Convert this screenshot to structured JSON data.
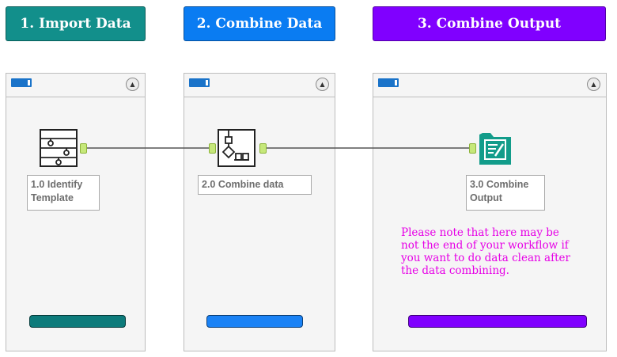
{
  "stages": [
    {
      "title": "1. Import Data",
      "color": "#128f8b"
    },
    {
      "title": "2. Combine Data",
      "color": "#0a7cf2"
    },
    {
      "title": "3. Combine Output",
      "color": "#8000ff"
    }
  ],
  "containers": [
    {
      "footer_color": "#0d7b7b"
    },
    {
      "footer_color": "#1a82f5"
    },
    {
      "footer_color": "#8000ff"
    }
  ],
  "tools": [
    {
      "label_lines": [
        "1.0 Identify",
        "Template"
      ],
      "icon": "filter-template-icon"
    },
    {
      "label_lines": [
        "2.0 Combine data"
      ],
      "icon": "combine-data-icon"
    },
    {
      "label_lines": [
        "3.0 Combine",
        "Output"
      ],
      "icon": "output-form-icon"
    }
  ],
  "note": {
    "lines": [
      "Please note that here may be",
      "not the end of your workflow if",
      "you want to do data clean after",
      "the data combining."
    ],
    "color": "#e600e6"
  },
  "colors": {
    "connection": "#555555",
    "anchor": "#c6e87a",
    "output_icon": "#129c8a"
  }
}
